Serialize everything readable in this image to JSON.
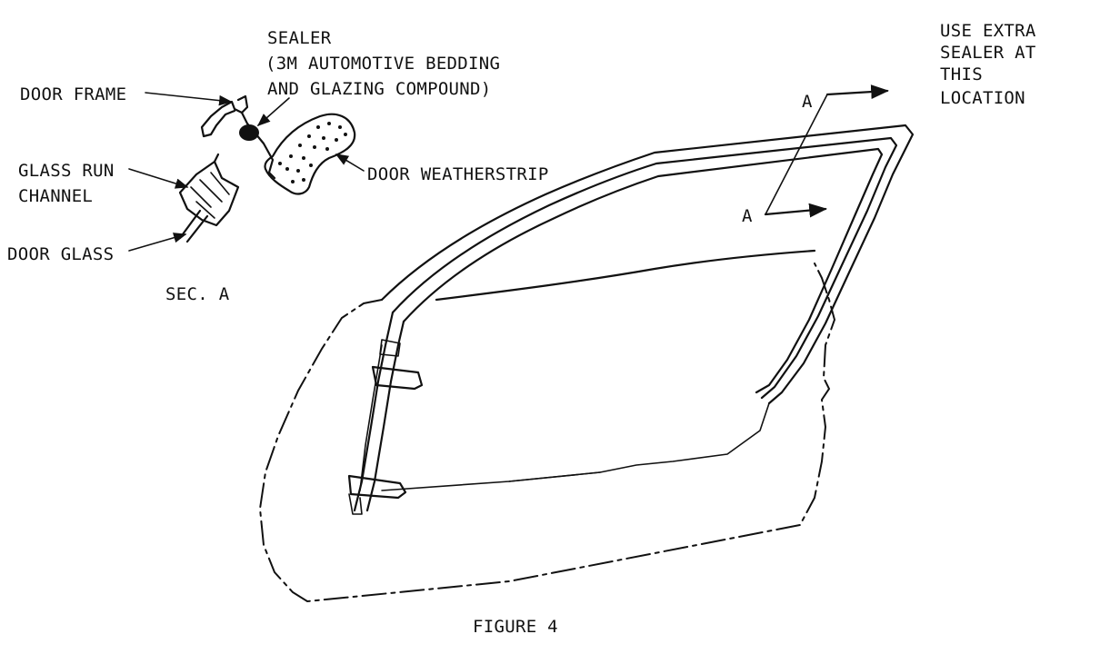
{
  "colors": {
    "ink": "#111111",
    "paper": "#ffffff"
  },
  "labels": {
    "sealer_line1": "SEALER",
    "sealer_line2": "(3M AUTOMOTIVE BEDDING",
    "sealer_line3": "AND GLAZING COMPOUND)",
    "door_frame": "DOOR FRAME",
    "glass_run_line1": "GLASS RUN",
    "glass_run_line2": "CHANNEL",
    "door_glass": "DOOR GLASS",
    "door_weatherstrip": "DOOR WEATHERSTRIP",
    "section": "SEC. A",
    "extra_line1": "USE EXTRA",
    "extra_line2": "SEALER AT",
    "extra_line3": "THIS",
    "extra_line4": "LOCATION",
    "section_mark_top": "A",
    "section_mark_bottom": "A",
    "figure_caption": "FIGURE 4"
  },
  "icons": {
    "leader_arrow": "arrow-icon",
    "section_cut_arrow": "section-arrow-icon"
  }
}
